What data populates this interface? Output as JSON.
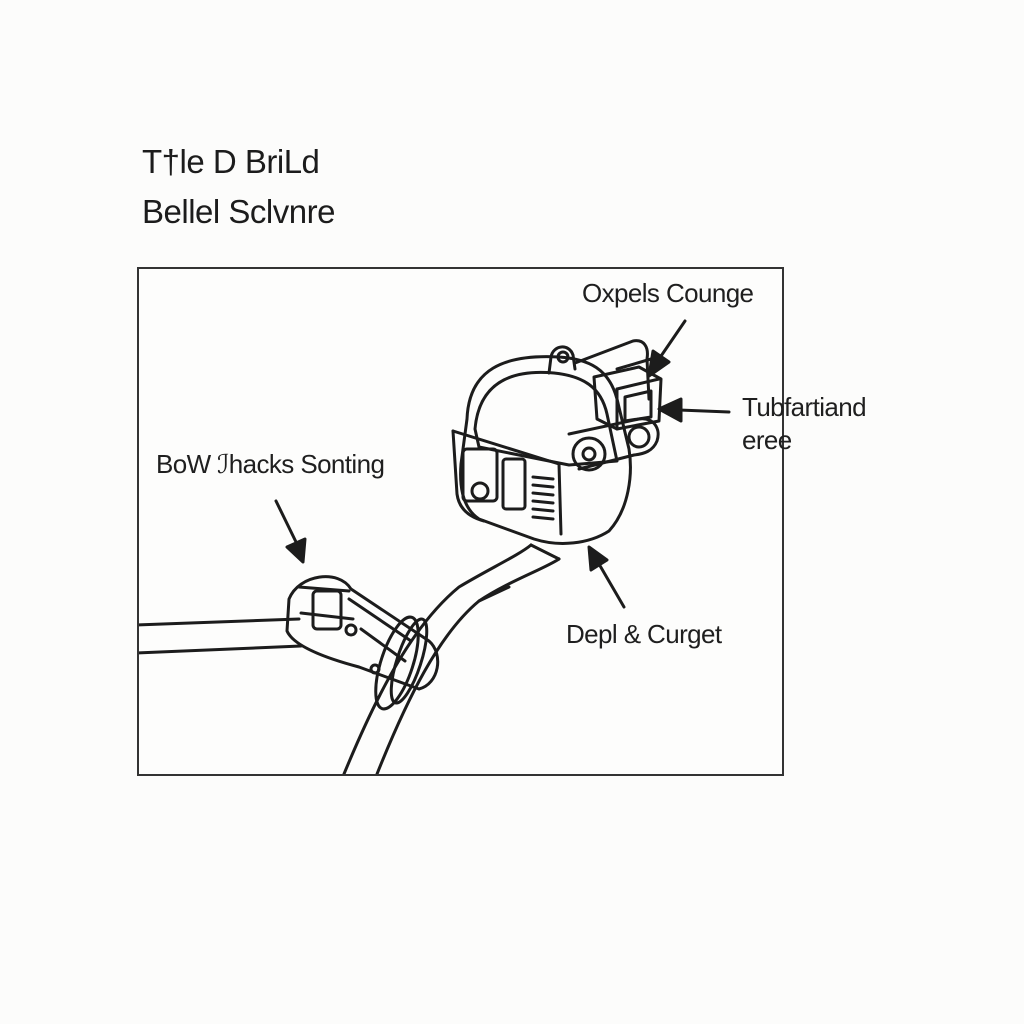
{
  "title": {
    "line1": "T†le D BriLd",
    "line2": "Bellel Sclvnre"
  },
  "callouts": {
    "top_right": "Oxpels Counge",
    "right_line1": "Tubfartiand",
    "right_line2": "eree",
    "left": "BoW ℐhacks Sonting",
    "bottom_right": "Depl & Curget"
  },
  "colors": {
    "line": "#1c1c1c",
    "background": "#fcfcfb"
  }
}
